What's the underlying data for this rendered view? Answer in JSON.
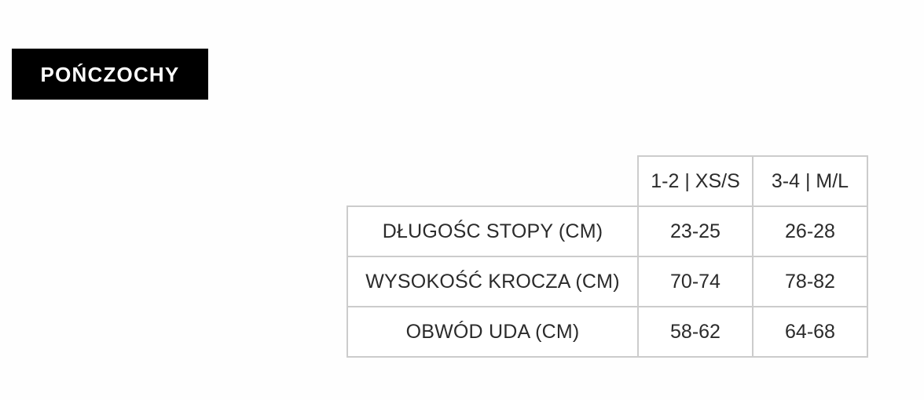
{
  "title_badge": {
    "label": "POŃCZOCHY",
    "background_color": "#000000",
    "text_color": "#ffffff"
  },
  "size_table": {
    "corner_label": "",
    "column_headers": [
      "1-2 | XS/S",
      "3-4 | M/L"
    ],
    "rows": [
      {
        "label": "DŁUGOŚC STOPY (CM)",
        "values": [
          "23-25",
          "26-28"
        ]
      },
      {
        "label": "WYSOKOŚĆ KROCZA (CM)",
        "values": [
          "70-74",
          "78-82"
        ]
      },
      {
        "label": "OBWÓD UDA (CM)",
        "values": [
          "58-62",
          "64-68"
        ]
      }
    ],
    "border_color": "#cccccc",
    "text_color": "#2b2b2b"
  },
  "page": {
    "background_color": "#fefefe"
  }
}
